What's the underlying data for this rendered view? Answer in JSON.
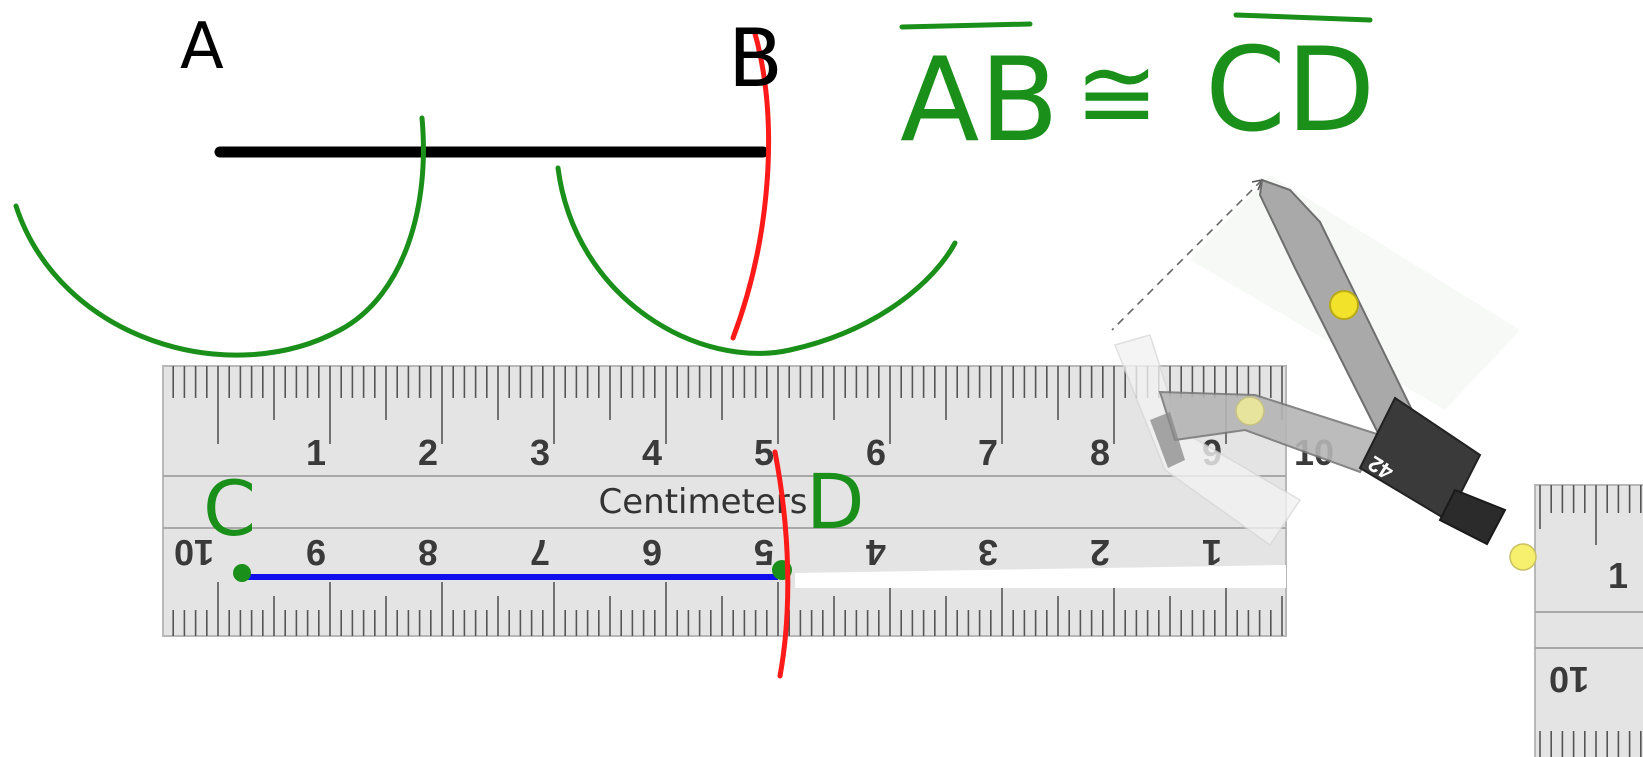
{
  "labels": {
    "point_a": "A",
    "point_b": "B",
    "point_c": "C",
    "point_d": "D",
    "congruence_left": "AB",
    "congruence_symbol": "≅",
    "congruence_right": "CD"
  },
  "ruler": {
    "caption": "Centimeters",
    "top_numbers": [
      "1",
      "2",
      "3",
      "4",
      "5",
      "6",
      "7",
      "8",
      "9",
      "10"
    ],
    "bottom_numbers": [
      "10",
      "9",
      "8",
      "7",
      "6",
      "5",
      "4",
      "3",
      "2",
      "1"
    ]
  },
  "right_ruler": {
    "top_number": "1",
    "bottom_number": "10"
  },
  "compass": {
    "dial_label": "42"
  },
  "colors": {
    "segment": "#000000",
    "arcs": "#1a8f1a",
    "red_arc": "#ff1a1a",
    "measured_segment": "#1010ee",
    "handle": "#f2e22a",
    "ruler_face": "#e4e4e4"
  }
}
